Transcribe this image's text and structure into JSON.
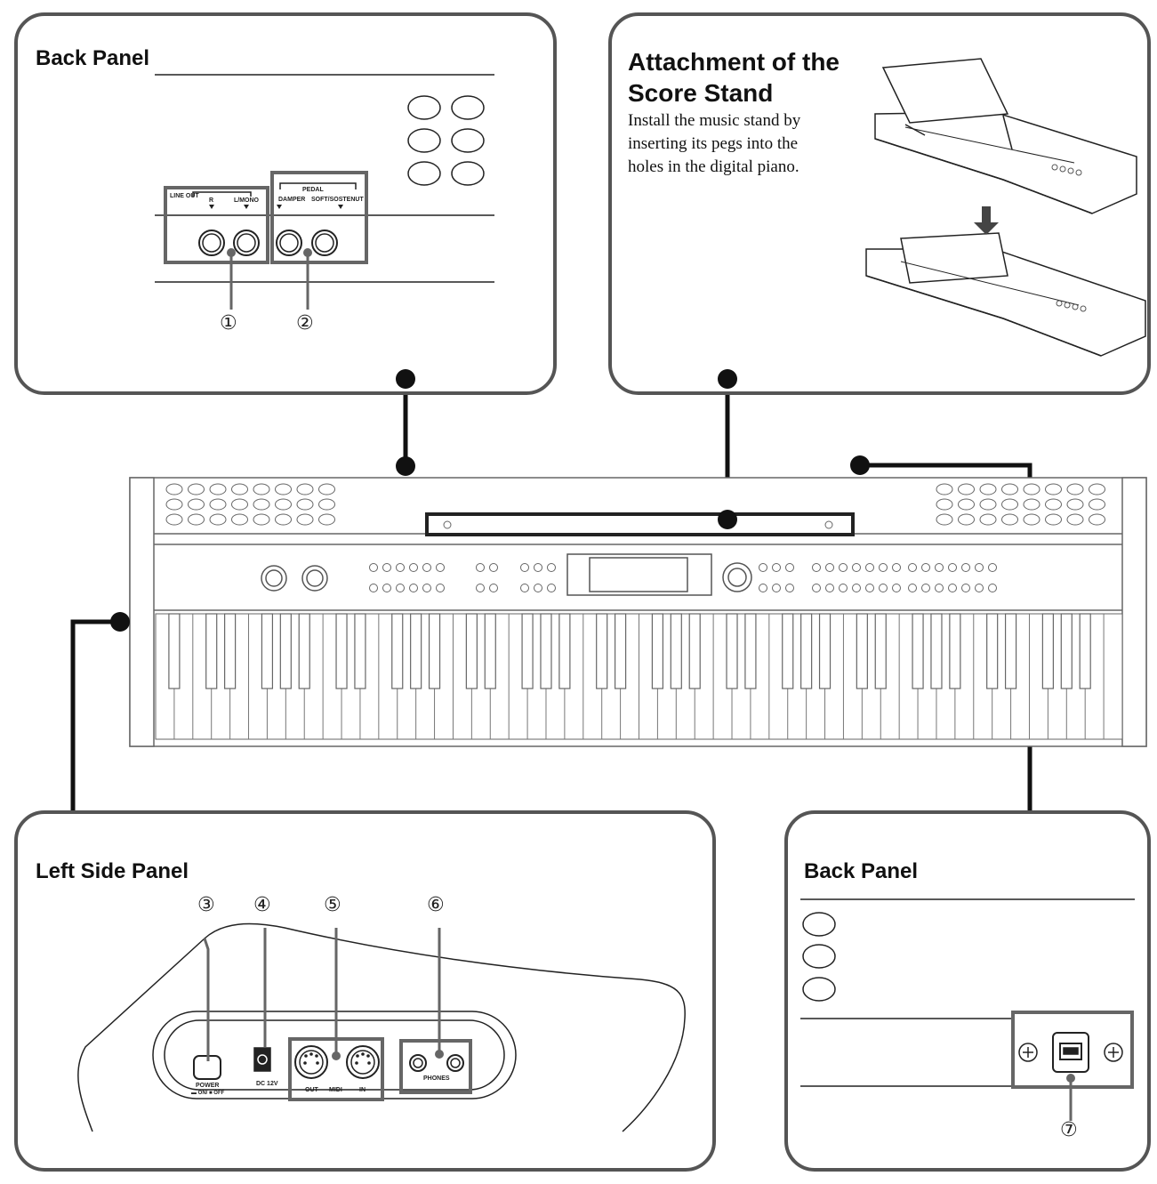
{
  "panels": {
    "back_panel_top": {
      "title": "Back Panel",
      "line_out_label": "LINE OUT",
      "r_label": "R",
      "lmono_label": "L/MONO",
      "pedal_label": "PEDAL",
      "damper_label": "DAMPER",
      "soft_label": "SOFT/SOSTENUT"
    },
    "score_stand": {
      "title_line1": "Attachment of the",
      "title_line2": "Score Stand",
      "body_line1": "Install the music stand by",
      "body_line2": "inserting its pegs into the",
      "body_line3": "holes in the digital piano."
    },
    "left_side": {
      "title": "Left Side Panel",
      "power_label": "POWER",
      "power_sub": "▬ ON/ ■ OFF",
      "dc_label": "DC 12V",
      "midi_out": "OUT",
      "midi_label": "MIDI",
      "midi_in": "IN",
      "phones_label": "PHONES"
    },
    "back_panel_right": {
      "title": "Back Panel"
    }
  },
  "callouts": {
    "c1": "①",
    "c2": "②",
    "c3": "③",
    "c4": "④",
    "c5": "⑤",
    "c6": "⑥",
    "c7": "⑦"
  },
  "colors": {
    "outline": "#555555",
    "highlight_box": "#666666",
    "connector": "#111111"
  }
}
